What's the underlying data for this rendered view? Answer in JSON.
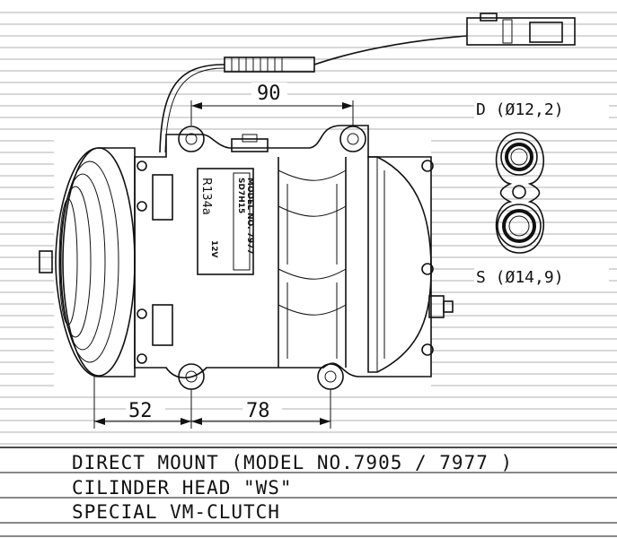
{
  "dimensions": {
    "top_width": "90",
    "left_offset": "52",
    "bottom_width": "78"
  },
  "ports": {
    "discharge": "D (Ø12,2)",
    "suction": "S (Ø14,9)"
  },
  "nameplate": {
    "model_line1": "SD7H15",
    "model_line2": "MODEL NO. 7977",
    "refrigerant": "R134a",
    "voltage": "12V"
  },
  "notes": [
    "DIRECT MOUNT (MODEL NO.7905 / 7977 )",
    "CILINDER HEAD \"WS\"",
    "SPECIAL VM-CLUTCH"
  ]
}
